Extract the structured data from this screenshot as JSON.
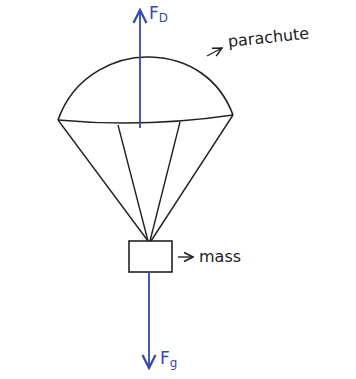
{
  "diagram": {
    "labels": [
      "FD",
      "parachute",
      "mass",
      "Fg"
    ]
  }
}
